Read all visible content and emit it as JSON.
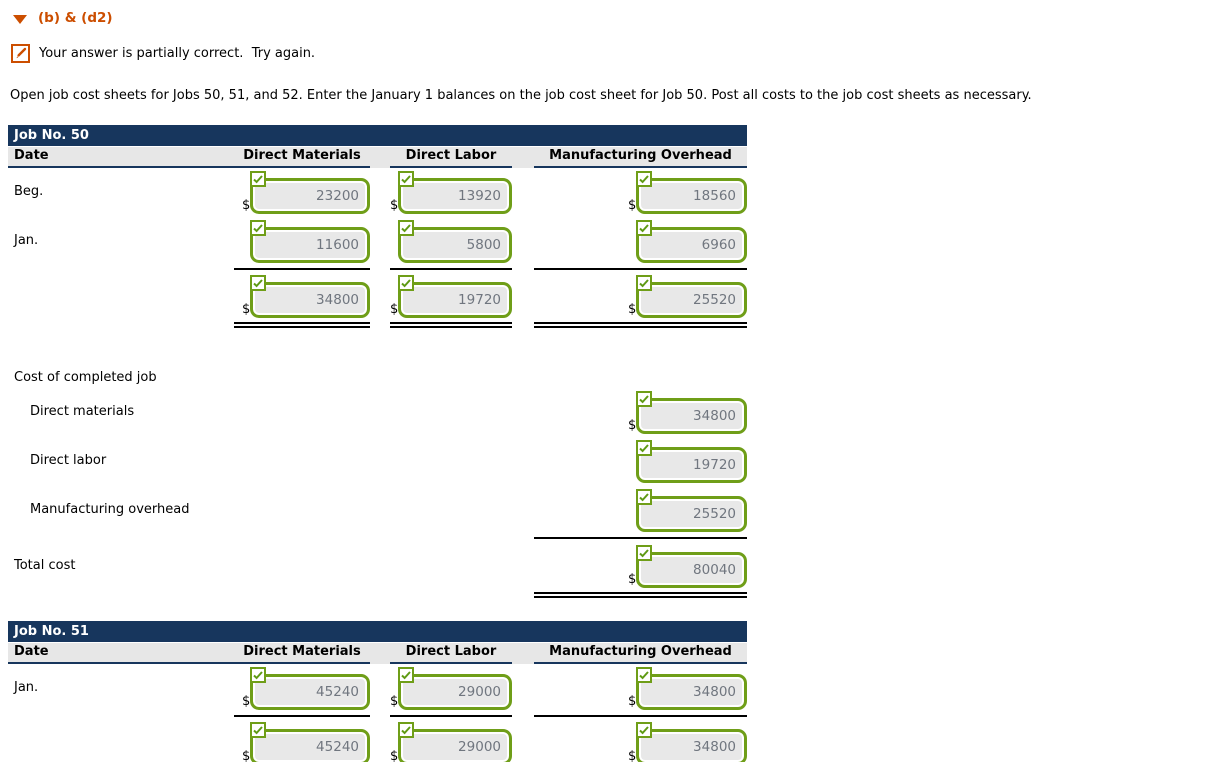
{
  "currency": "$",
  "section": {
    "title": "(b) & (d2)"
  },
  "feedback": {
    "text": "Your answer is partially correct.  Try again."
  },
  "instruction": "Open job cost sheets for Jobs 50, 51, and 52. Enter the January 1 balances on the job cost sheet for Job 50. Post all costs to the job cost sheets as necessary.",
  "colors": {
    "navy_header": "#17365d",
    "accent_orange": "#cc4e00",
    "correct_green": "#6f9e18",
    "header_row_bg": "#e7e7e7",
    "input_bg": "#e8e8e8",
    "value_text": "#70767f"
  },
  "icons": {
    "caret": "collapse-caret",
    "pencil": "partially-correct-pencil",
    "check": "correct-checkmark"
  },
  "job50": {
    "title": "Job No. 50",
    "columns": [
      "Date",
      "Direct Materials",
      "Direct Labor",
      "Manufacturing Overhead"
    ],
    "rows": [
      {
        "date": "Beg.",
        "dm": "23200",
        "dl": "13920",
        "mo": "18560"
      },
      {
        "date": "Jan.",
        "dm": "11600",
        "dl": "5800",
        "mo": "6960"
      },
      {
        "date": "",
        "dm": "34800",
        "dl": "19720",
        "mo": "25520"
      }
    ]
  },
  "summary": {
    "title": "Cost of completed job",
    "items": [
      {
        "label": "Direct materials",
        "value": "34800"
      },
      {
        "label": "Direct labor",
        "value": "19720"
      },
      {
        "label": "Manufacturing overhead",
        "value": "25520"
      }
    ],
    "total_label": "Total cost",
    "total_value": "80040"
  },
  "job51": {
    "title": "Job No. 51",
    "columns": [
      "Date",
      "Direct Materials",
      "Direct Labor",
      "Manufacturing Overhead"
    ],
    "rows": [
      {
        "date": "Jan.",
        "dm": "45240",
        "dl": "29000",
        "mo": "34800"
      },
      {
        "date": "",
        "dm": "45240",
        "dl": "29000",
        "mo": "34800"
      }
    ]
  }
}
